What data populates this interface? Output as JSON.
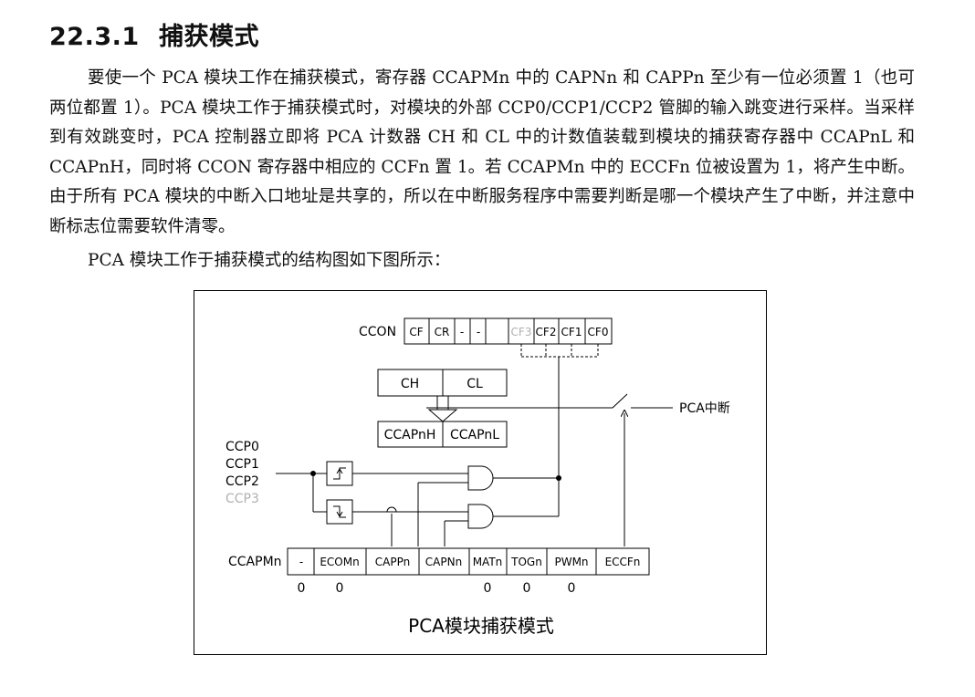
{
  "section": {
    "number": "22.3.1",
    "title": "捕获模式"
  },
  "paragraph": "要使一个 PCA 模块工作在捕获模式，寄存器 CCAPMn 中的 CAPNn 和 CAPPn 至少有一位必须置 1（也可两位都置 1）。PCA 模块工作于捕获模式时，对模块的外部 CCP0/CCP1/CCP2 管脚的输入跳变进行采样。当采样到有效跳变时，PCA 控制器立即将 PCA 计数器 CH 和 CL 中的计数值装载到模块的捕获寄存器中 CCAPnL 和 CCAPnH，同时将 CCON 寄存器中相应的 CCFn 置 1。若 CCAPMn 中的 ECCFn 位被设置为 1，将产生中断。由于所有 PCA 模块的中断入口地址是共享的，所以在中断服务程序中需要判断是哪一个模块产生了中断，并注意中断标志位需要软件清零。",
  "figure_intro": "PCA 模块工作于捕获模式的结构图如下图所示：",
  "diagram": {
    "ccon_label": "CCON",
    "ccon_bits": [
      "CF",
      "CR",
      "-",
      "-",
      "CF3",
      "CF2",
      "CF1",
      "CF0"
    ],
    "counter": [
      "CH",
      "CL"
    ],
    "capture": [
      "CCAPnH",
      "CCAPnL"
    ],
    "interrupt_label": "PCA中断",
    "pins": [
      "CCP0",
      "CCP1",
      "CCP2",
      "CCP3"
    ],
    "ccapm_label": "CCAPMn",
    "ccapm_bits": [
      "-",
      "ECOMn",
      "CAPPn",
      "CAPNn",
      "MATn",
      "TOGn",
      "PWMn",
      "ECCFn"
    ],
    "ccapm_values": [
      "0",
      "0",
      "",
      "",
      "0",
      "0",
      "0",
      ""
    ],
    "caption": "PCA模块捕获模式",
    "colors": {
      "line": "#000000",
      "disabled": "#b0b0b0"
    }
  }
}
